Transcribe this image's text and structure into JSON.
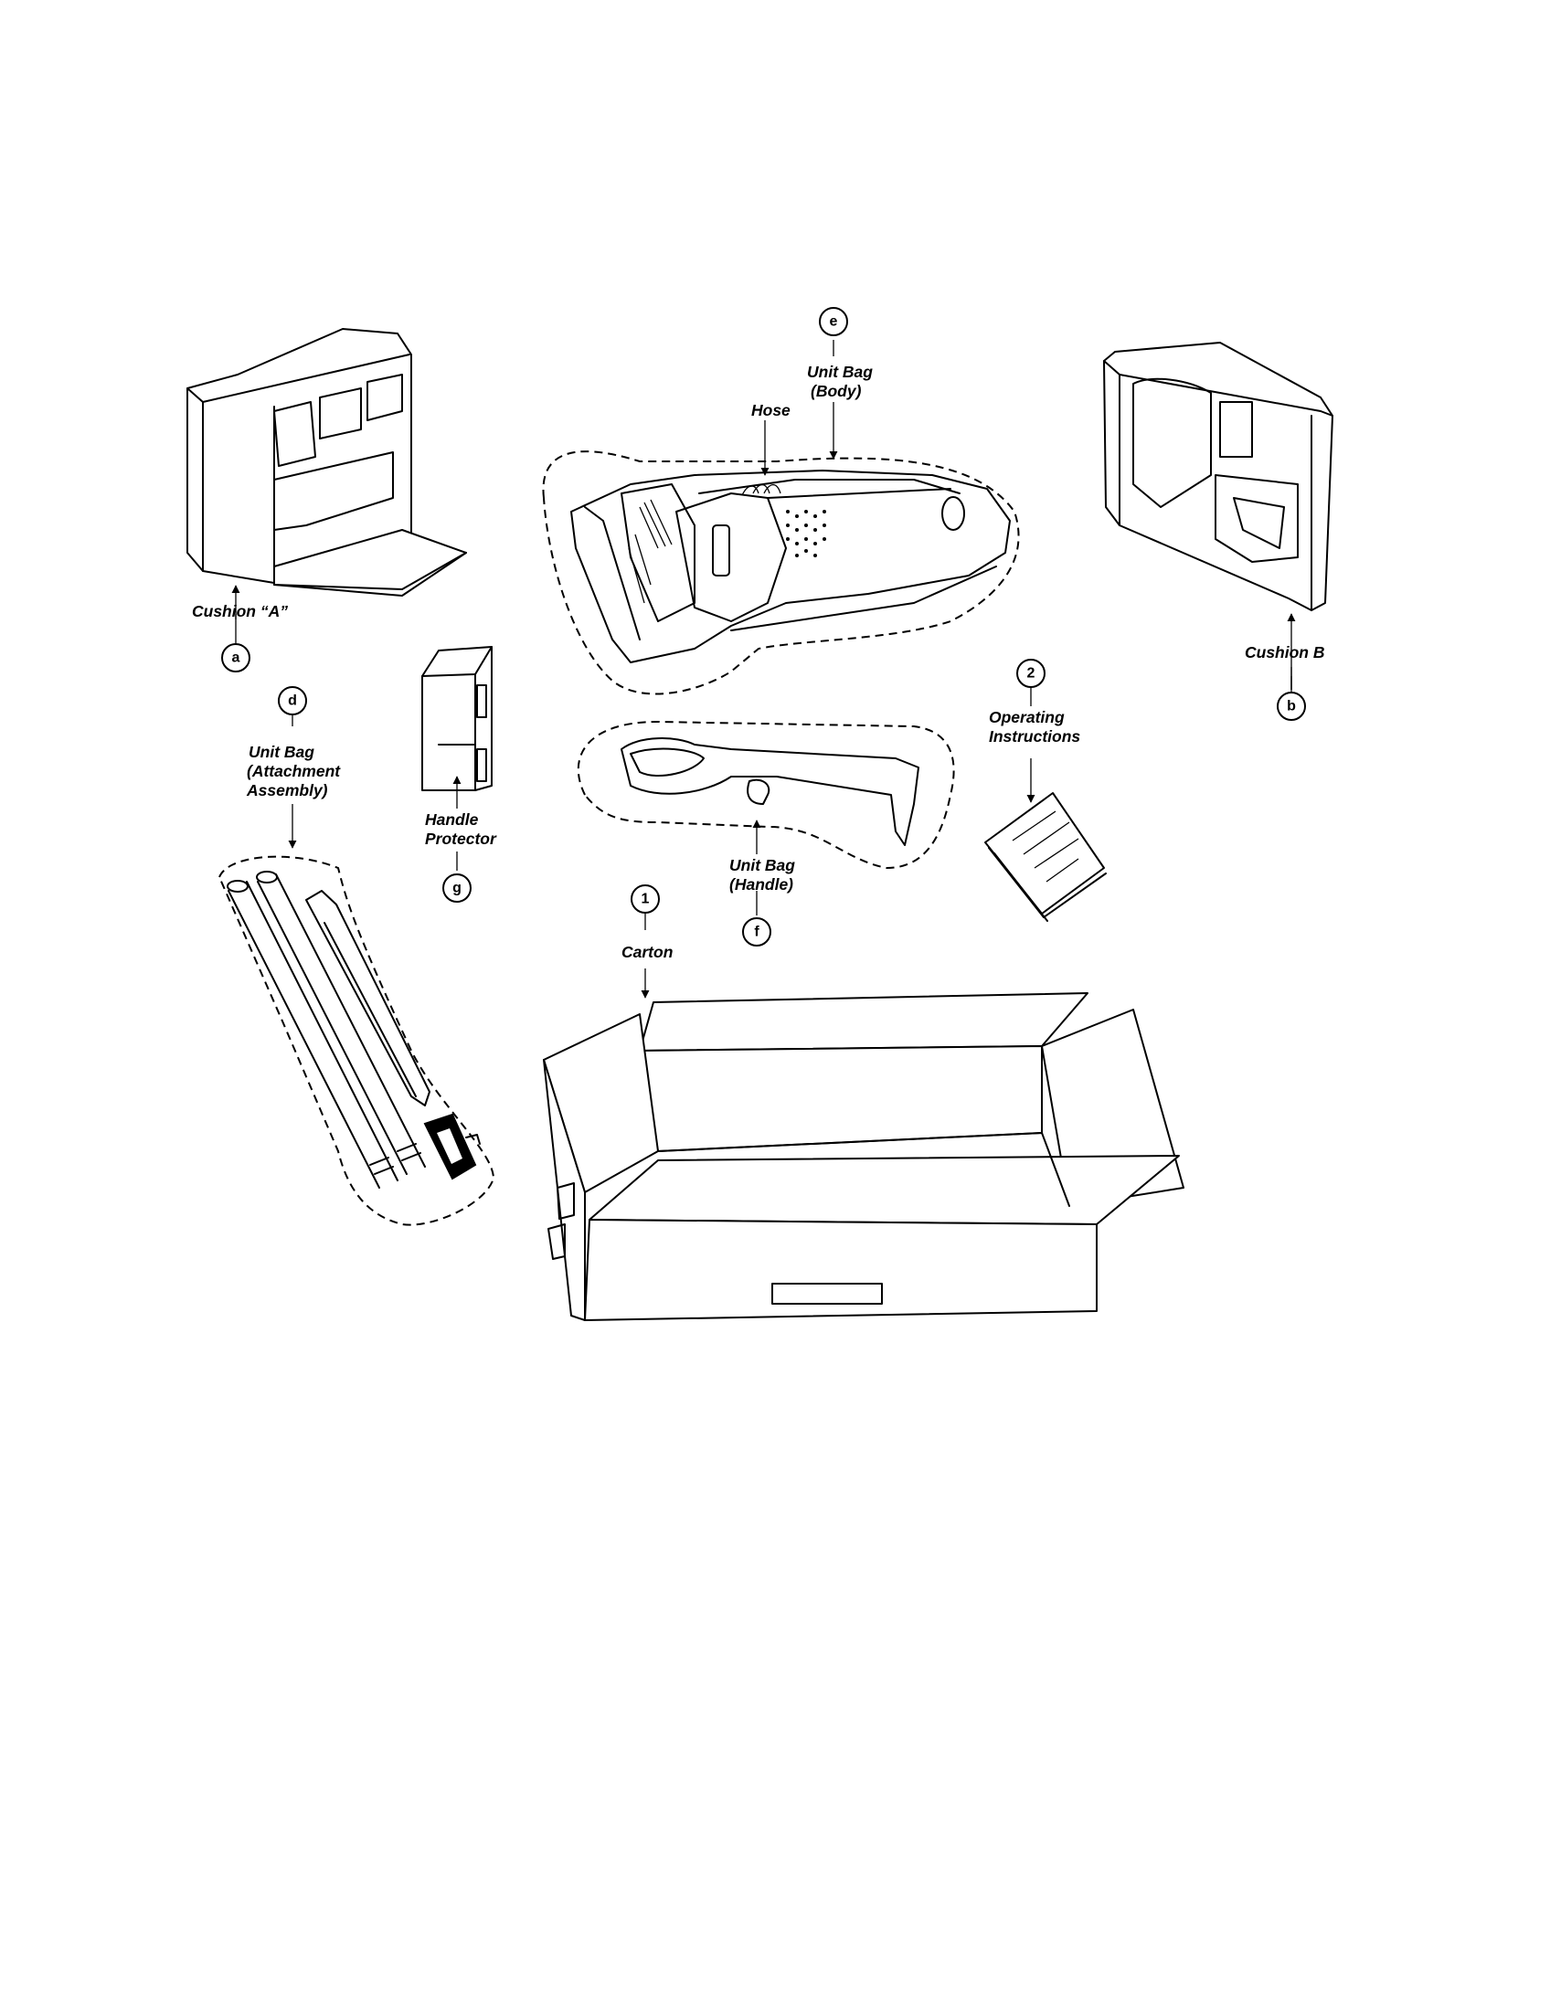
{
  "callouts": {
    "a": "a",
    "b": "b",
    "d": "d",
    "e": "e",
    "f": "f",
    "g": "g",
    "one": "1",
    "two": "2"
  },
  "labels": {
    "cushion_a": "Cushion “A”",
    "cushion_b": "Cushion B",
    "unit_bag_body": [
      "Unit Bag",
      "(Body)"
    ],
    "hose": "Hose",
    "unit_bag_attachment": [
      "Unit Bag",
      "(Attachment",
      "Assembly)"
    ],
    "handle_protector": [
      "Handle",
      "Protector"
    ],
    "unit_bag_handle": [
      "Unit Bag",
      "(Handle)"
    ],
    "operating_instructions": [
      "Operating",
      "Instructions"
    ],
    "carton": "Carton"
  }
}
